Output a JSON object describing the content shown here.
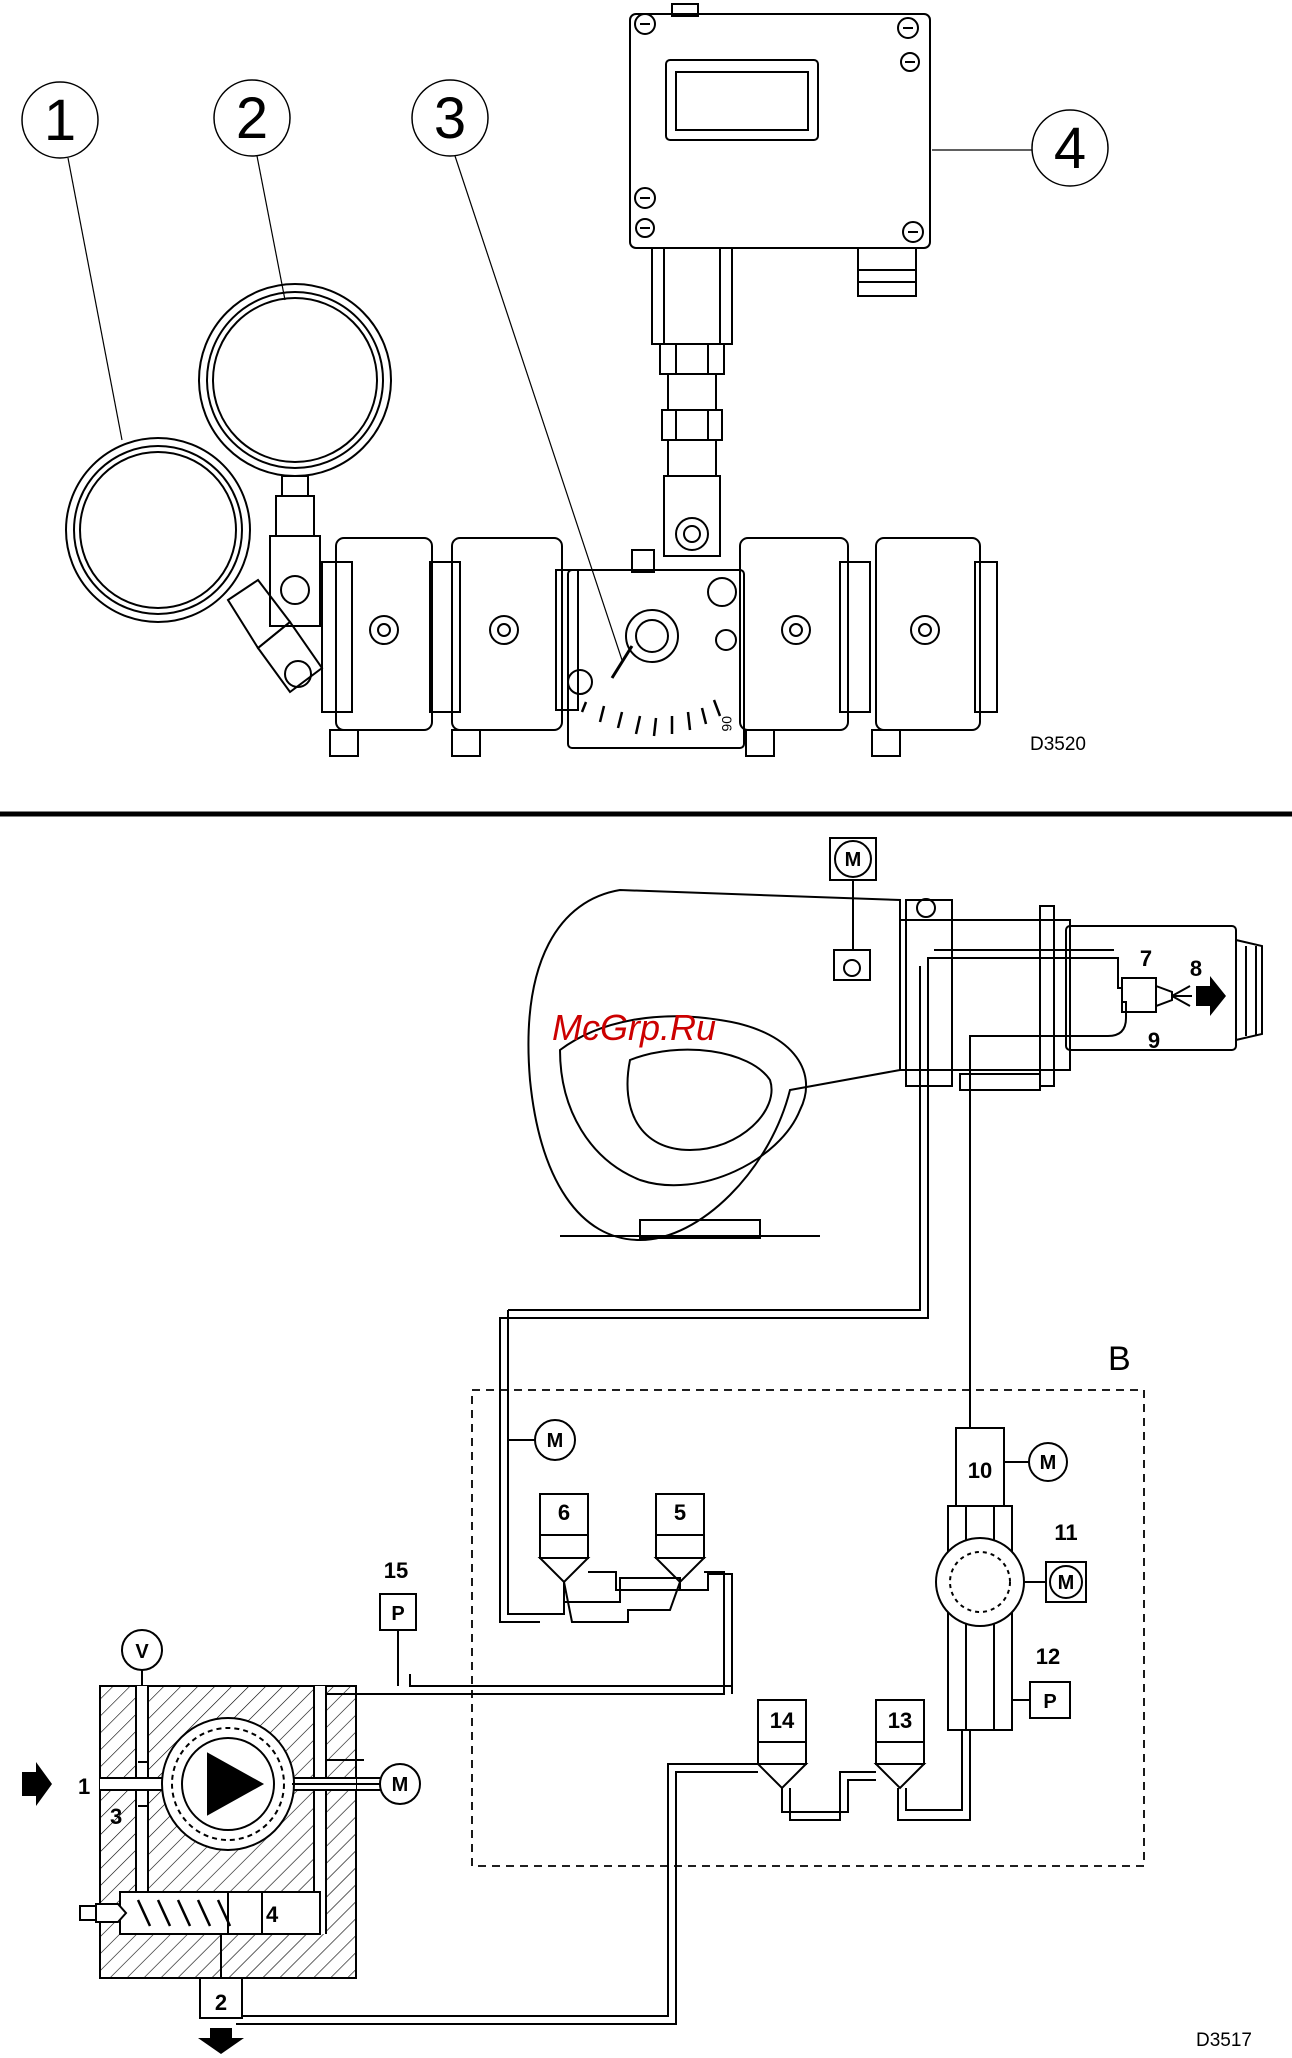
{
  "top_figure": {
    "callouts": [
      "1",
      "2",
      "3",
      "4"
    ],
    "dial_mark": "06",
    "code": "D3520"
  },
  "bottom_figure": {
    "section_label": "B",
    "watermark": "McGrp.Ru",
    "code": "D3517",
    "motor_symbol": "M",
    "pressure_symbol": "P",
    "vacuum_symbol": "V",
    "numbers": {
      "n1": "1",
      "n2": "2",
      "n3": "3",
      "n4": "4",
      "n5": "5",
      "n6": "6",
      "n7": "7",
      "n8": "8",
      "n9": "9",
      "n10": "10",
      "n11": "11",
      "n12": "12",
      "n13": "13",
      "n14": "14",
      "n15": "15"
    }
  }
}
